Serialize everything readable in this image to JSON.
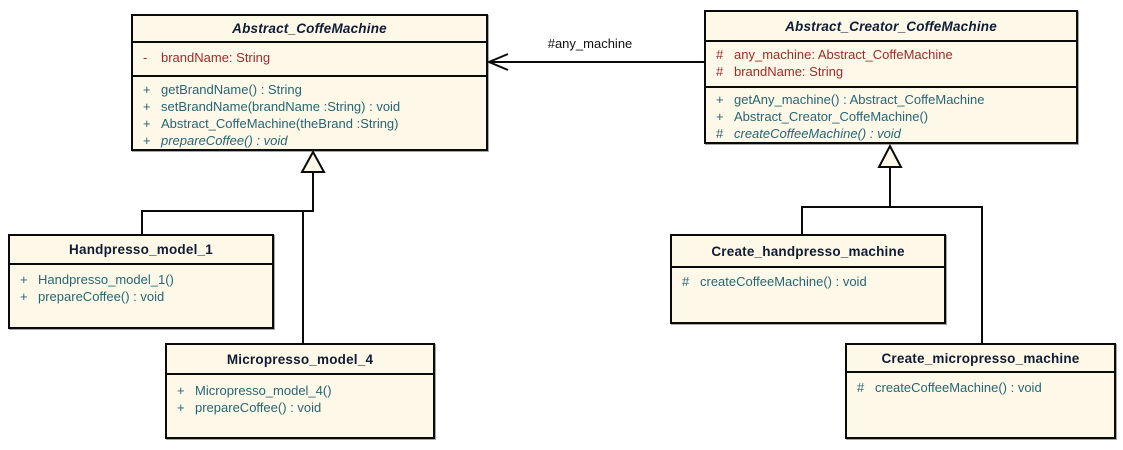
{
  "colors": {
    "background": "#ffffff",
    "box_fill": "#FDF8E8",
    "box_border": "#0a0a0a",
    "title_text": "#101c33",
    "attribute_text": "#9b2c2c",
    "operation_text": "#266673",
    "connector": "#0a0a0a",
    "label_text": "#111111"
  },
  "classes": [
    {
      "name": "Abstract_CoffeMachine",
      "stereotype": "abstract",
      "attributes": [
        {
          "vis": "-",
          "text": "brandName: String"
        }
      ],
      "operations": [
        {
          "vis": "+",
          "text": "getBrandName() : String"
        },
        {
          "vis": "+",
          "text": "setBrandName(brandName :String) : void"
        },
        {
          "vis": "+",
          "text": "Abstract_CoffeMachine(theBrand :String)"
        },
        {
          "vis": "+",
          "text": "prepareCoffee() : void",
          "abstract": true
        }
      ]
    },
    {
      "name": "Abstract_Creator_CoffeMachine",
      "stereotype": "abstract",
      "attributes": [
        {
          "vis": "#",
          "text": "any_machine: Abstract_CoffeMachine"
        },
        {
          "vis": "#",
          "text": "brandName: String"
        }
      ],
      "operations": [
        {
          "vis": "+",
          "text": "getAny_machine() : Abstract_CoffeMachine"
        },
        {
          "vis": "+",
          "text": "Abstract_Creator_CoffeMachine()"
        },
        {
          "vis": "#",
          "text": "createCoffeeMachine() : void",
          "abstract": true
        }
      ]
    },
    {
      "name": "Handpresso_model_1",
      "operations": [
        {
          "vis": "+",
          "text": "Handpresso_model_1()"
        },
        {
          "vis": "+",
          "text": "prepareCoffee() : void"
        }
      ]
    },
    {
      "name": "Micropresso_model_4",
      "operations": [
        {
          "vis": "+",
          "text": "Micropresso_model_4()"
        },
        {
          "vis": "+",
          "text": "prepareCoffee() : void"
        }
      ]
    },
    {
      "name": "Create_handpresso_machine",
      "operations": [
        {
          "vis": "#",
          "text": "createCoffeeMachine() : void"
        }
      ]
    },
    {
      "name": "Create_micropresso_machine",
      "operations": [
        {
          "vis": "#",
          "text": "createCoffeeMachine() : void"
        }
      ]
    }
  ],
  "relationships": {
    "association": {
      "label": "#any_machine",
      "from": "Abstract_Creator_CoffeMachine",
      "to": "Abstract_CoffeMachine",
      "type": "directed-association"
    },
    "generalizations": [
      {
        "parent": "Abstract_CoffeMachine",
        "children": [
          "Handpresso_model_1",
          "Micropresso_model_4"
        ]
      },
      {
        "parent": "Abstract_Creator_CoffeMachine",
        "children": [
          "Create_handpresso_machine",
          "Create_micropresso_machine"
        ]
      }
    ]
  }
}
